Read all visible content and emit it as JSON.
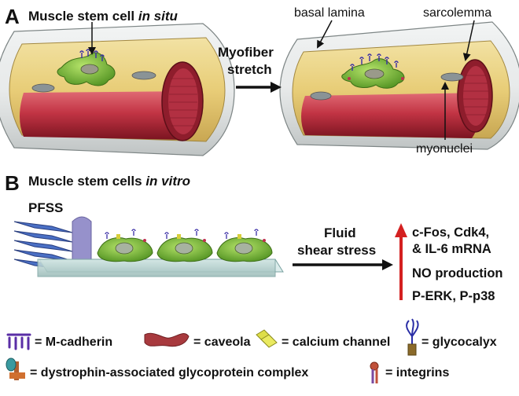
{
  "panel_a": {
    "letter": "A",
    "title_plain": "Muscle stem cell ",
    "title_italic": "in situ",
    "arrow_label_1": "Myofiber",
    "arrow_label_2": "stretch",
    "label_basal_lamina": "basal lamina",
    "label_sarcolemma": "sarcolemma",
    "label_myonuclei": "myonuclei"
  },
  "panel_b": {
    "letter": "B",
    "title_plain": "Muscle stem cells ",
    "title_italic": "in vitro",
    "pfss": "PFSS",
    "arrow_label_1": "Fluid",
    "arrow_label_2": "shear stress",
    "results": [
      "c-Fos, Cdk4,",
      "& IL-6 mRNA",
      "NO production",
      "P-ERK, P-p38"
    ]
  },
  "legend": {
    "m_cadherin": "= M-cadherin",
    "caveola": "= caveola",
    "calcium_channel": "= calcium channel",
    "glycocalyx": "= glycocalyx",
    "dgc": "= dystrophin-associated glycoprotein complex",
    "integrins": "= integrins"
  },
  "colors": {
    "muscle_red": "#b8283a",
    "sarcolemma_yellow": "#e6c35a",
    "cell_green": "#7cc23a",
    "nucleus_gray": "#8a9396",
    "m_cadherin_purple": "#5a2ea6",
    "arrow_red": "#d42020",
    "plate_teal": "#b9d4d2",
    "pfss_blue": "#4a6fc4"
  }
}
